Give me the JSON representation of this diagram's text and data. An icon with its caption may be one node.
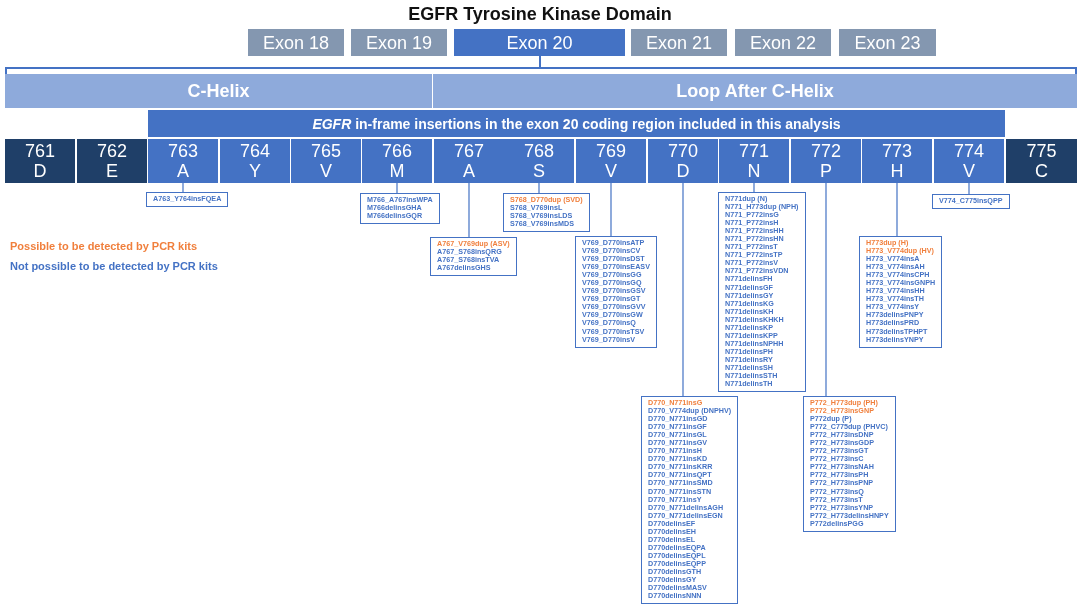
{
  "diagram": {
    "title": "EGFR Tyrosine Kinase Domain",
    "nodes": [
      {
        "text": [
          "Exon 18"
        ]
      },
      {
        "text": [
          "Exon 19"
        ]
      },
      {
        "text": [
          "Exon 20"
        ]
      },
      {
        "text": [
          "Exon 21"
        ]
      },
      {
        "text": [
          "Exon 22"
        ]
      },
      {
        "text": [
          "Exon 23"
        ]
      },
      {
        "text": [
          "C-Helix"
        ]
      },
      {
        "text": [
          "Loop After C-Helix"
        ]
      },
      {
        "text": [
          "*EGFR* in-frame insertions in the exon 20 coding region included in this analysis"
        ]
      },
      {
        "text": [
          "761",
          "D"
        ]
      },
      {
        "text": [
          "762",
          "E"
        ]
      },
      {
        "text": [
          "763",
          "A"
        ]
      },
      {
        "text": [
          "764",
          "Y"
        ]
      },
      {
        "text": [
          "765",
          "V"
        ]
      },
      {
        "text": [
          "766",
          "M"
        ]
      },
      {
        "text": [
          "767",
          "A"
        ]
      },
      {
        "text": [
          "768",
          "S"
        ]
      },
      {
        "text": [
          "769",
          "V"
        ]
      },
      {
        "text": [
          "770",
          "D"
        ]
      },
      {
        "text": [
          "771",
          "N"
        ]
      },
      {
        "text": [
          "772",
          "P"
        ]
      },
      {
        "text": [
          "773",
          "H"
        ]
      },
      {
        "text": [
          "774",
          "V"
        ]
      },
      {
        "text": [
          "775",
          "C"
        ]
      },
      {
        "text": [
          "A763_Y764insFQEA"
        ]
      },
      {
        "text": [
          "M766_A767insWPA",
          "M766delinsGHA",
          "M766delinsGQR"
        ]
      },
      {
        "text": [
          "A767_V769dup (ASV)",
          "A767_S768insQRG",
          "A767_S768insTVA",
          "A767delinsGHS"
        ]
      },
      {
        "text": [
          "S768_D770dup (SVD)",
          "S768_V769insL",
          "S768_V769insLDS",
          "S768_V769insMDS"
        ]
      },
      {
        "text": [
          "V769_D770insATP",
          "V769_D770insCV",
          "V769_D770insDST",
          "V769_D770insEASV",
          "V769_D770insGG",
          "V769_D770insGQ",
          "V769_D770insGSV",
          "V769_D770insGT",
          "V769_D770insGVV",
          "V769_D770insGW",
          "V769_D770insQ",
          "V769_D770insTSV",
          "V769_D770insV"
        ]
      },
      {
        "text": [
          "D770_N771insG",
          "D770_V774dup (DNPHV)",
          "D770_N771insGD",
          "D770_N771insGF",
          "D770_N771insGL",
          "D770_N771insGV",
          "D770_N771insH",
          "D770_N771insKD",
          "D770_N771insKRR",
          "D770_N771insQPT",
          "D770_N771insSMD",
          "D770_N771insSTN",
          "D770_N771insY",
          "D770_N771delinsAGH",
          "D770_N771delinsEGN",
          "D770delinsEF",
          "D770delinsEH",
          "D770delinsEL",
          "D770delinsEQPA",
          "D770delinsEQPL",
          "D770delinsEQPP",
          "D770delinsGTH",
          "D770delinsGY",
          "D770delinsMASV",
          "D770delinsNNN"
        ]
      },
      {
        "text": [
          "N771dup (N)",
          "N771_H773dup (NPH)",
          "N771_P772insG",
          "N771_P772insH",
          "N771_P772insHH",
          "N771_P772insHN",
          "N771_P772insT",
          "N771_P772insTP",
          "N771_P772insV",
          "N771_P772insVDN",
          "N771delinsFH",
          "N771delinsGF",
          "N771delinsGY",
          "N771delinsKG",
          "N771delinsKH",
          "N771delinsKHKH",
          "N771delinsKP",
          "N771delinsKPP",
          "N771delinsNPHH",
          "N771delinsPH",
          "N771delinsRY",
          "N771delinsSH",
          "N771delinsSTH",
          "N771delinsTH"
        ]
      },
      {
        "text": [
          "P772_H773dup (PH)",
          "P772_H773insGNP",
          "P772dup (P)",
          "P772_C775dup (PHVC)",
          "P772_H773insDNP",
          "P772_H773insGDP",
          "P772_H773insGT",
          "P772_H773insC",
          "P772_H773insNAH",
          "P772_H773insPH",
          "P772_H773insPNP",
          "P772_H773insQ",
          "P772_H773insT",
          "P772_H773insYNP",
          "P772_H773delinsHNPY",
          "P772delinsPGG"
        ]
      },
      {
        "text": [
          "H773dup (H)",
          "H773_V774dup (HV)",
          "H773_V774insA",
          "H773_V774insAH",
          "H773_V774insCPH",
          "H773_V774insGNPH",
          "H773_V774insHH",
          "H773_V774insTH",
          "H773_V774insY",
          "H773delinsPNPY",
          "H773delinsPRD",
          "H773delinsTPHPT",
          "H773delinsYNPY"
        ]
      },
      {
        "text": [
          "V774_C775insQPP"
        ]
      }
    ],
    "edges": [
      {
        "from": 11,
        "to": 24,
        "arrow": "none"
      },
      {
        "from": 14,
        "to": 25,
        "arrow": "none"
      },
      {
        "from": 15,
        "to": 26,
        "arrow": "none"
      },
      {
        "from": 16,
        "to": 27,
        "arrow": "none"
      },
      {
        "from": 17,
        "to": 28,
        "arrow": "none"
      },
      {
        "from": 18,
        "to": 29,
        "arrow": "none"
      },
      {
        "from": 19,
        "to": 30,
        "arrow": "none"
      },
      {
        "from": 20,
        "to": 31,
        "arrow": "none"
      },
      {
        "from": 21,
        "to": 32,
        "arrow": "none"
      },
      {
        "from": 22,
        "to": 33,
        "arrow": "none"
      }
    ],
    "legend": [
      {
        "text": "Possible to be detected by PCR kits",
        "color": "#f07f3c"
      },
      {
        "text": "Not possible to be detected by PCR kits",
        "color": "#4472c4"
      }
    ]
  }
}
